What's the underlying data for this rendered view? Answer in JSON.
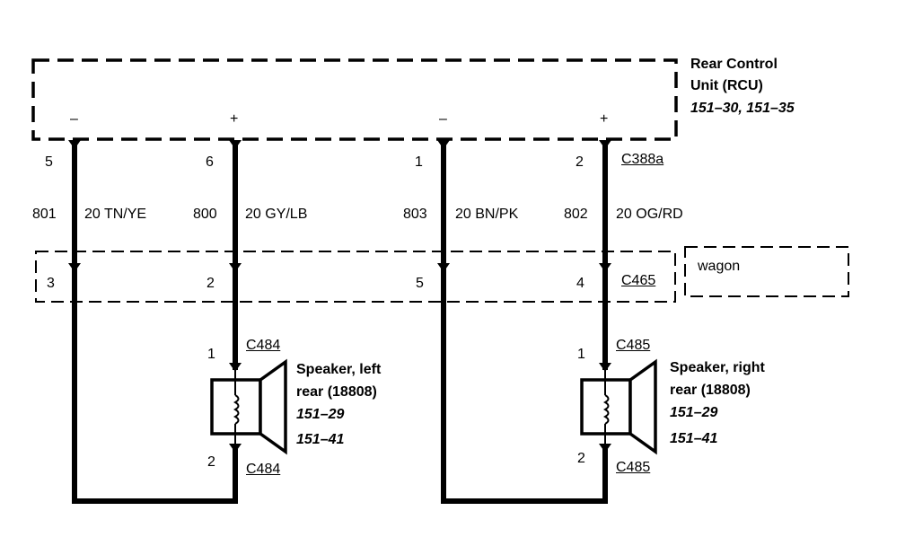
{
  "rcu": {
    "title_line1": "Rear Control",
    "title_line2": "Unit (RCU)",
    "refs": "151–30, 151–35",
    "polarity": [
      "–",
      "+",
      "–",
      "+"
    ],
    "pins": [
      "5",
      "6",
      "1",
      "2"
    ],
    "connector": "C388a"
  },
  "wires": [
    {
      "circuit": "801",
      "color": "20 TN/YE"
    },
    {
      "circuit": "800",
      "color": "20 GY/LB"
    },
    {
      "circuit": "803",
      "color": "20 BN/PK"
    },
    {
      "circuit": "802",
      "color": "20 OG/RD"
    }
  ],
  "wagon": {
    "label": "wagon",
    "connector": "C465",
    "pins": [
      "3",
      "2",
      "5",
      "4"
    ]
  },
  "speaker_left": {
    "name_line1": "Speaker, left",
    "name_line2": "rear (18808)",
    "ref1": "151–29",
    "ref2": "151–41",
    "pin_top": "1",
    "pin_bottom": "2",
    "connector_top": "C484",
    "connector_bottom": "C484"
  },
  "speaker_right": {
    "name_line1": "Speaker, right",
    "name_line2": "rear (18808)",
    "ref1": "151–29",
    "ref2": "151–41",
    "pin_top": "1",
    "pin_bottom": "2",
    "connector_top": "C485",
    "connector_bottom": "C485"
  }
}
